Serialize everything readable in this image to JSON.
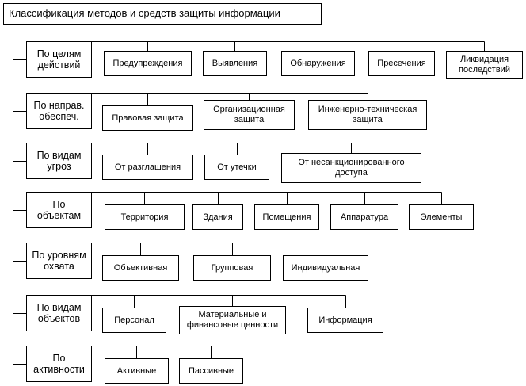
{
  "title": "Классификация методов и средств защиты информации",
  "categories": [
    {
      "label": "По целям\nдействий",
      "items": [
        "Предупреждения",
        "Выявления",
        "Обнаружения",
        "Пресечения",
        "Ликвидация\nпоследствий"
      ]
    },
    {
      "label": "По направ.\nобеспеч.",
      "items": [
        "Правовая защита",
        "Организационная\nзащита",
        "Инженерно-техническая\nзащита"
      ]
    },
    {
      "label": "По видам\nугроз",
      "items": [
        "От разглашения",
        "От утечки",
        "От несанкционированного\nдоступа"
      ]
    },
    {
      "label": "По\nобъектам",
      "items": [
        "Территория",
        "Здания",
        "Помещения",
        "Аппаратура",
        "Элементы"
      ]
    },
    {
      "label": "По уровням\nохвата",
      "items": [
        "Объективная",
        "Групповая",
        "Индивидуальная"
      ]
    },
    {
      "label": "По видам\nобъектов",
      "items": [
        "Персонал",
        "Материальные и\nфинансовые ценности",
        "Информация"
      ]
    },
    {
      "label": "По\nактивности",
      "items": [
        "Активные",
        "Пассивные"
      ]
    }
  ]
}
